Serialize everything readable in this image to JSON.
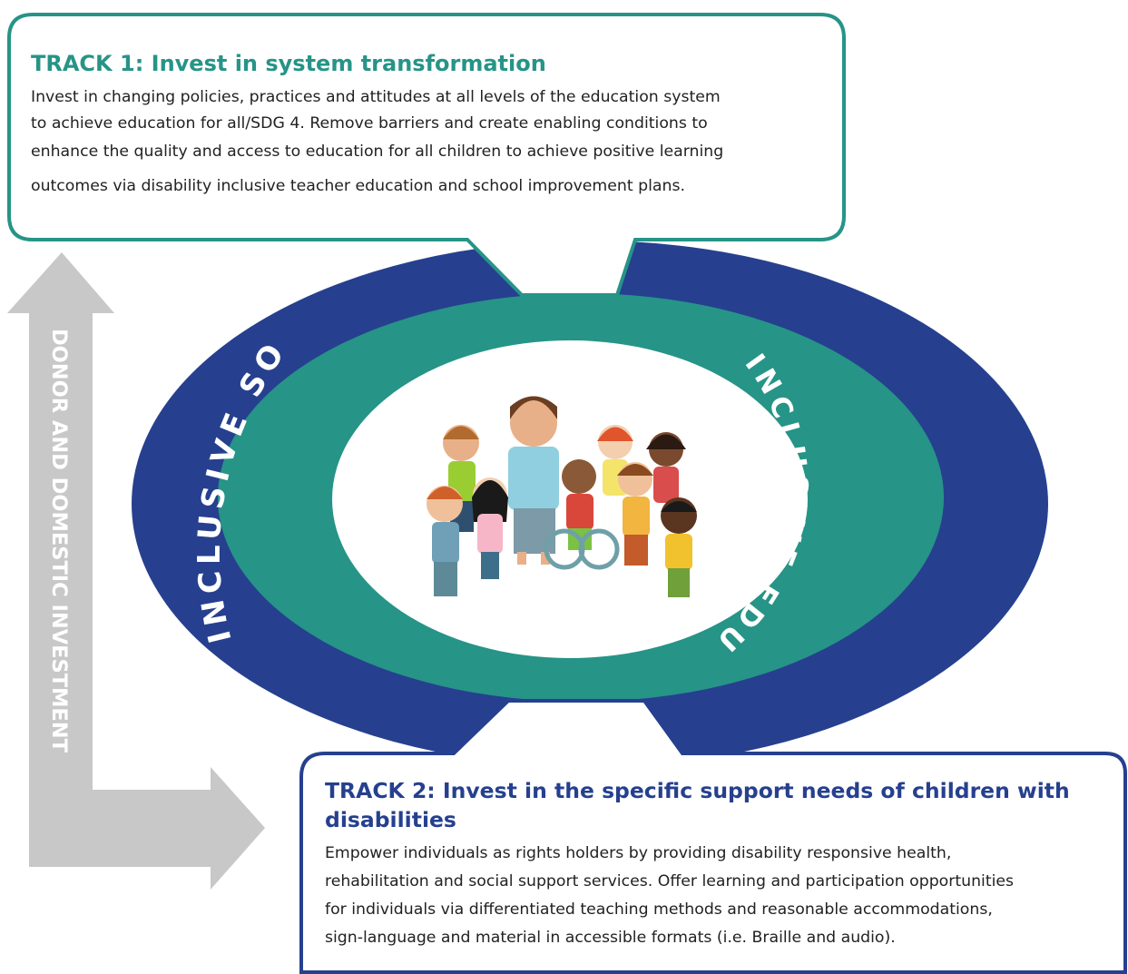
{
  "colors": {
    "teal": "#269487",
    "navy": "#26408F",
    "arrow_gray": "#C8C8C8",
    "white": "#FFFFFF"
  },
  "track1": {
    "title": "TRACK 1: Invest in system transformation",
    "body_lines": [
      "Invest in changing policies, practices and attitudes at all levels of the education system",
      "to achieve education for all/SDG 4. Remove barriers and create enabling conditions to",
      "enhance the quality and access to education for all children to achieve positive learning",
      "outcomes via disability inclusive teacher education and school improvement plans."
    ]
  },
  "track2": {
    "title_lines": [
      "TRACK 2: Invest in the specific support needs of children with",
      "disabilities"
    ],
    "body_lines": [
      "Empower individuals as rights holders by providing disability responsive health,",
      "rehabilitation and social support services. Offer learning and participation opportunities",
      "for individuals via differentiated teaching methods and reasonable accommodations,",
      "sign-language and material in accessible formats (i.e. Braille and audio)."
    ]
  },
  "rings": {
    "outer_label": "INCLUSIVE SOCIETY",
    "inner_label": "INCLUSIVE EDUCATION"
  },
  "arrow": {
    "label": "DONOR AND DOMESTIC INVESTMENT"
  },
  "center": {
    "illustration": "group-of-children-and-teacher-illustration"
  }
}
